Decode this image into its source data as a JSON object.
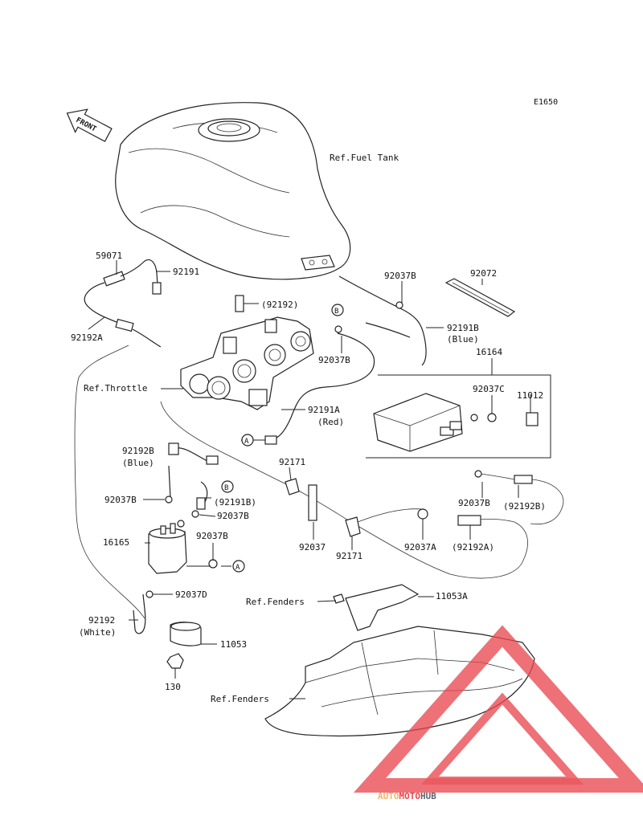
{
  "diagram_code": "E1650",
  "front_label": "FRONT",
  "refs": {
    "fuel_tank": "Ref.Fuel Tank",
    "throttle": "Ref.Throttle",
    "fenders_1": "Ref.Fenders",
    "fenders_2": "Ref.Fenders"
  },
  "parts": {
    "p59071": "59071",
    "p92191": "92191",
    "p92192_paren": "(92192)",
    "p92192a": "92192A",
    "p92037b_1": "92037B",
    "p92072": "92072",
    "p92191b": "92191B",
    "p92191b_color": "(Blue)",
    "p92037b_2": "92037B",
    "p16164": "16164",
    "p92037c": "92037C",
    "p11012": "11012",
    "p92191a": "92191A",
    "p92191a_color": "(Red)",
    "p92192b": "92192B",
    "p92192b_color": "(Blue)",
    "p92171_1": "92171",
    "p92037b_3": "92037B",
    "p92191b_paren": "(92191B)",
    "p92037b_4": "92037B",
    "p92037b_5": "92037B",
    "p92192b_paren": "(92192B)",
    "p16165": "16165",
    "p92037b_6": "92037B",
    "p92037": "92037",
    "p92171_2": "92171",
    "p92037a": "92037A",
    "p92192a_paren": "(92192A)",
    "p92037d": "92037D",
    "p11053a": "11053A",
    "p92192": "92192",
    "p92192_color": "(White)",
    "p11053": "11053",
    "p130": "130"
  },
  "markers": {
    "a1": "A",
    "a2": "A",
    "b1": "B",
    "b2": "B"
  },
  "watermark": {
    "part1": "AUTO",
    "part2": "MOTO",
    "part3": "HUB",
    "color_orange": "#f4b26b",
    "color_red": "#e8474d",
    "color_gray": "#5f6470"
  }
}
